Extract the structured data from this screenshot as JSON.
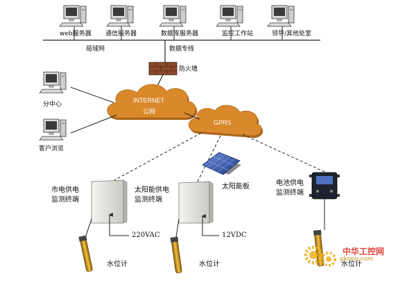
{
  "top_servers": [
    {
      "label": "web服务器"
    },
    {
      "label": "通信服务器"
    },
    {
      "label": "数据库服务器"
    },
    {
      "label": "监控工作站"
    },
    {
      "label": "领导/其他处室"
    }
  ],
  "lan_label": "局域网",
  "dedicated_line_label": "数据专线",
  "firewall_label": "防火墙",
  "internet_cloud": {
    "line1": "INTERNET",
    "line2": "公网"
  },
  "gprs_cloud": {
    "label": "GPRS"
  },
  "branch_center_label": "分中心",
  "client_browse_label": "客户浏览",
  "terminals": [
    {
      "label": "市电供电\n监测终端",
      "power": "220VAC",
      "sensor": "水位计"
    },
    {
      "label": "太阳能供电\n监测终端",
      "power": "12VDC",
      "sensor": "水位计"
    },
    {
      "label": "电池供电\n监测终端",
      "power": "",
      "sensor": "水位计"
    }
  ],
  "solar_panel_label": "太阳能板",
  "watermark": {
    "brand": "中华工控网",
    "url": "gkong.com"
  },
  "colors": {
    "cloud": "#d9882b",
    "cloud_shadow": "#a9651c",
    "firewall": "#8a4a2c",
    "line": "#222222",
    "cabinet": "#e6e6e2",
    "solar": "#2c4fa8",
    "watermark_red": "#d8261c",
    "watermark_gear": "#f2b01e"
  }
}
